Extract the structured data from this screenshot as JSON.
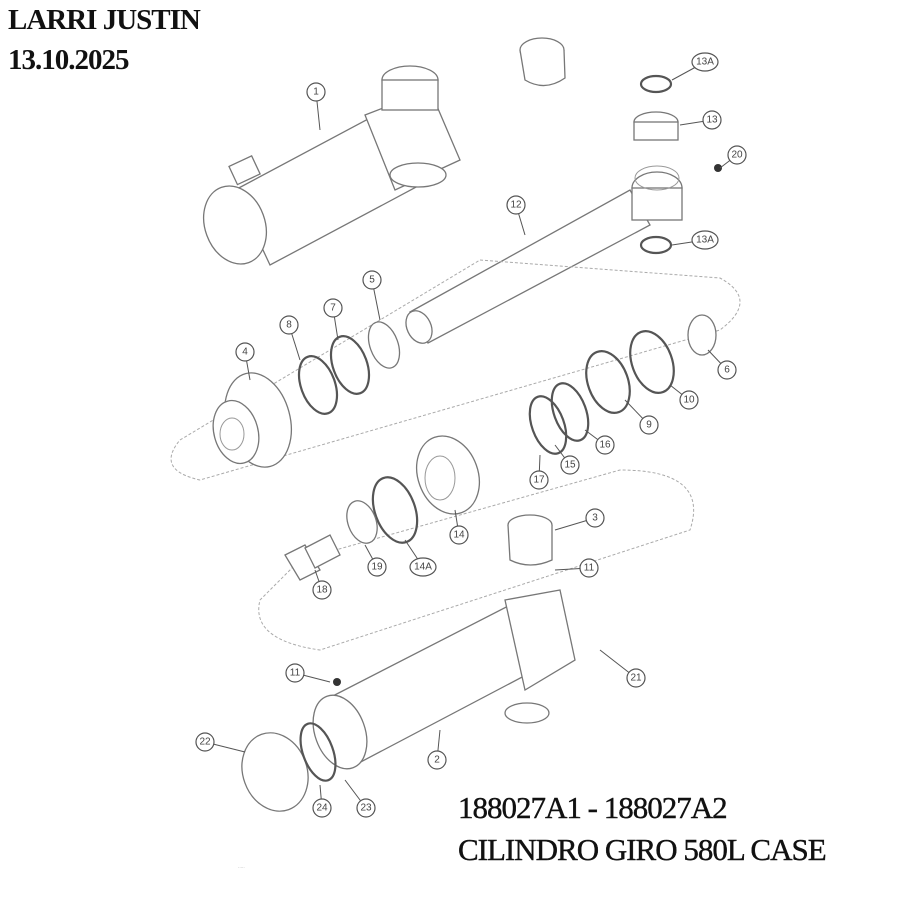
{
  "header": {
    "name": "LARRI JUSTIN",
    "date": "13.10.2025"
  },
  "footer": {
    "part_numbers": "188027A1 - 188027A2",
    "description": "CILINDRO GIRO 580L CASE"
  },
  "callouts": [
    "13A",
    "13",
    "20",
    "12",
    "13A",
    "1",
    "5",
    "7",
    "8",
    "4",
    "6",
    "10",
    "9",
    "16",
    "15",
    "17",
    "3",
    "14",
    "19",
    "14A",
    "11",
    "18",
    "21",
    "11",
    "22",
    "2",
    "24",
    "23"
  ]
}
